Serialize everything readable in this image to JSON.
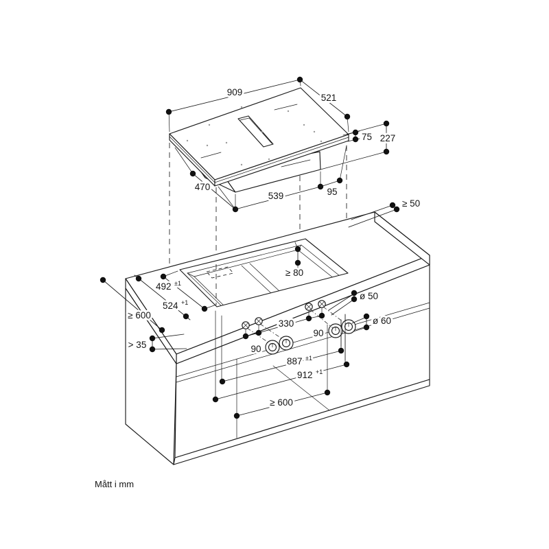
{
  "page": {
    "background": "#ffffff",
    "line_color": "#1a1a1a",
    "units_note": "Mått i mm"
  },
  "hob": {
    "width": "909",
    "depth": "521",
    "body_height": "75",
    "total_height": "227",
    "duct_depth": "470",
    "duct_width": "539",
    "duct_side_offset": "95"
  },
  "worktop": {
    "side_clearance": "≥ 50",
    "rear_gap_min": "≥ 80",
    "cutout_depth": "492",
    "cutout_depth_tol": "±1",
    "cutout_outer_depth": "524",
    "cutout_outer_depth_tol": "+1",
    "worktop_depth_min": "≥ 600",
    "front_clearance": "> 35"
  },
  "cabinet": {
    "knob_hole_dia": "ø 50",
    "knob_dia": "ø 60",
    "knob_group_gap": "330",
    "knob_gap_left": "90",
    "knob_gap_right": "90",
    "cutout_width": "887",
    "cutout_width_tol": "±1",
    "niche_width": "912",
    "niche_width_tol": "+1",
    "base_opening_min": "≥ 600"
  }
}
